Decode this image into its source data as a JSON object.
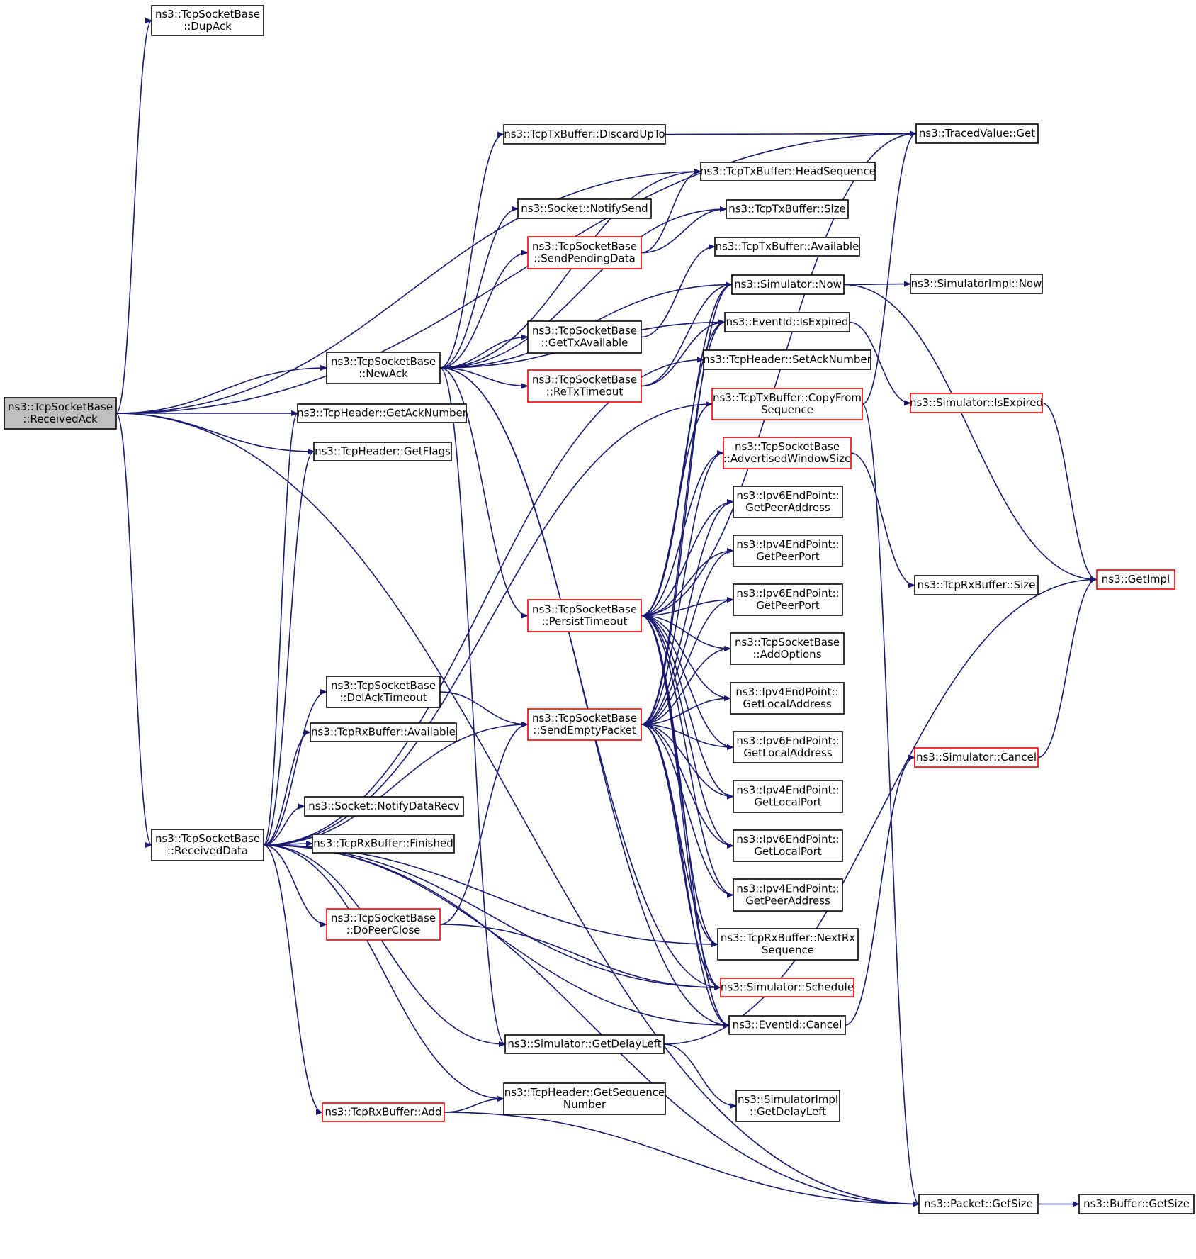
{
  "colors": {
    "edge": "#191970",
    "node_border": "#000000",
    "node_border_truncated": "#ff0000",
    "root_fill": "#bfbfbf",
    "node_fill": "#ffffff"
  },
  "nodes": [
    {
      "id": "received_ack",
      "lines": [
        "ns3::TcpSocketBase",
        "::ReceivedAck"
      ],
      "root": true
    },
    {
      "id": "dup_ack",
      "lines": [
        "ns3::TcpSocketBase",
        "::DupAck"
      ]
    },
    {
      "id": "new_ack",
      "lines": [
        "ns3::TcpSocketBase",
        "::NewAck"
      ]
    },
    {
      "id": "received_data",
      "lines": [
        "ns3::TcpSocketBase",
        "::ReceivedData"
      ]
    },
    {
      "id": "get_ack_number",
      "lines": [
        "ns3::TcpHeader::GetAckNumber"
      ]
    },
    {
      "id": "get_flags",
      "lines": [
        "ns3::TcpHeader::GetFlags"
      ]
    },
    {
      "id": "discard_up_to",
      "lines": [
        "ns3::TcpTxBuffer::DiscardUpTo"
      ]
    },
    {
      "id": "notify_send",
      "lines": [
        "ns3::Socket::NotifySend"
      ]
    },
    {
      "id": "send_pending_data",
      "lines": [
        "ns3::TcpSocketBase",
        "::SendPendingData"
      ],
      "truncated": true
    },
    {
      "id": "get_tx_available",
      "lines": [
        "ns3::TcpSocketBase",
        "::GetTxAvailable"
      ]
    },
    {
      "id": "retx_timeout",
      "lines": [
        "ns3::TcpSocketBase",
        "::ReTxTimeout"
      ],
      "truncated": true
    },
    {
      "id": "persist_timeout",
      "lines": [
        "ns3::TcpSocketBase",
        "::PersistTimeout"
      ],
      "truncated": true
    },
    {
      "id": "del_ack_timeout",
      "lines": [
        "ns3::TcpSocketBase",
        "::DelAckTimeout"
      ]
    },
    {
      "id": "rx_available",
      "lines": [
        "ns3::TcpRxBuffer::Available"
      ]
    },
    {
      "id": "send_empty_packet",
      "lines": [
        "ns3::TcpSocketBase",
        "::SendEmptyPacket"
      ],
      "truncated": true
    },
    {
      "id": "notify_data_recv",
      "lines": [
        "ns3::Socket::NotifyDataRecv"
      ]
    },
    {
      "id": "rx_finished",
      "lines": [
        "ns3::TcpRxBuffer::Finished"
      ]
    },
    {
      "id": "do_peer_close",
      "lines": [
        "ns3::TcpSocketBase",
        "::DoPeerClose"
      ],
      "truncated": true
    },
    {
      "id": "get_delay_left",
      "lines": [
        "ns3::Simulator::GetDelayLeft"
      ]
    },
    {
      "id": "get_sequence_number",
      "lines": [
        "ns3::TcpHeader::GetSequence",
        "Number"
      ]
    },
    {
      "id": "rx_add",
      "lines": [
        "ns3::TcpRxBuffer::Add"
      ],
      "truncated": true
    },
    {
      "id": "head_sequence",
      "lines": [
        "ns3::TcpTxBuffer::HeadSequence"
      ]
    },
    {
      "id": "tx_size",
      "lines": [
        "ns3::TcpTxBuffer::Size"
      ]
    },
    {
      "id": "tx_available",
      "lines": [
        "ns3::TcpTxBuffer::Available"
      ]
    },
    {
      "id": "sim_now",
      "lines": [
        "ns3::Simulator::Now"
      ]
    },
    {
      "id": "is_expired",
      "lines": [
        "ns3::EventId::IsExpired"
      ]
    },
    {
      "id": "set_ack_number",
      "lines": [
        "ns3::TcpHeader::SetAckNumber"
      ]
    },
    {
      "id": "copy_from_sequence",
      "lines": [
        "ns3::TcpTxBuffer::CopyFrom",
        "Sequence"
      ],
      "truncated": true
    },
    {
      "id": "advertised_window_size",
      "lines": [
        "ns3::TcpSocketBase",
        "::AdvertisedWindowSize"
      ],
      "truncated": true
    },
    {
      "id": "ipv6_get_peer_address",
      "lines": [
        "ns3::Ipv6EndPoint::",
        "GetPeerAddress"
      ]
    },
    {
      "id": "ipv4_get_peer_port",
      "lines": [
        "ns3::Ipv4EndPoint::",
        "GetPeerPort"
      ]
    },
    {
      "id": "ipv6_get_peer_port",
      "lines": [
        "ns3::Ipv6EndPoint::",
        "GetPeerPort"
      ]
    },
    {
      "id": "add_options",
      "lines": [
        "ns3::TcpSocketBase",
        "::AddOptions"
      ]
    },
    {
      "id": "ipv4_get_local_address",
      "lines": [
        "ns3::Ipv4EndPoint::",
        "GetLocalAddress"
      ]
    },
    {
      "id": "ipv6_get_local_address",
      "lines": [
        "ns3::Ipv6EndPoint::",
        "GetLocalAddress"
      ]
    },
    {
      "id": "ipv4_get_local_port",
      "lines": [
        "ns3::Ipv4EndPoint::",
        "GetLocalPort"
      ]
    },
    {
      "id": "ipv6_get_local_port",
      "lines": [
        "ns3::Ipv6EndPoint::",
        "GetLocalPort"
      ]
    },
    {
      "id": "ipv4_get_peer_address",
      "lines": [
        "ns3::Ipv4EndPoint::",
        "GetPeerAddress"
      ]
    },
    {
      "id": "next_rx_sequence",
      "lines": [
        "ns3::TcpRxBuffer::NextRx",
        "Sequence"
      ]
    },
    {
      "id": "sim_schedule",
      "lines": [
        "ns3::Simulator::Schedule"
      ],
      "truncated": true
    },
    {
      "id": "event_cancel",
      "lines": [
        "ns3::EventId::Cancel"
      ]
    },
    {
      "id": "simimpl_get_delay_left",
      "lines": [
        "ns3::SimulatorImpl",
        "::GetDelayLeft"
      ]
    },
    {
      "id": "traced_value_get",
      "lines": [
        "ns3::TracedValue::Get"
      ]
    },
    {
      "id": "simimpl_now",
      "lines": [
        "ns3::SimulatorImpl::Now"
      ]
    },
    {
      "id": "sim_is_expired",
      "lines": [
        "ns3::Simulator::IsExpired"
      ],
      "truncated": true
    },
    {
      "id": "rx_size",
      "lines": [
        "ns3::TcpRxBuffer::Size"
      ]
    },
    {
      "id": "sim_cancel",
      "lines": [
        "ns3::Simulator::Cancel"
      ],
      "truncated": true
    },
    {
      "id": "get_impl",
      "lines": [
        "ns3::GetImpl"
      ],
      "truncated": true
    },
    {
      "id": "packet_get_size",
      "lines": [
        "ns3::Packet::GetSize"
      ]
    },
    {
      "id": "buffer_get_size",
      "lines": [
        "ns3::Buffer::GetSize"
      ]
    }
  ],
  "edges": [
    [
      "received_ack",
      "dup_ack"
    ],
    [
      "received_ack",
      "traced_value_get"
    ],
    [
      "received_ack",
      "head_sequence"
    ],
    [
      "received_ack",
      "new_ack"
    ],
    [
      "received_ack",
      "get_ack_number"
    ],
    [
      "received_ack",
      "get_flags"
    ],
    [
      "received_ack",
      "received_data"
    ],
    [
      "received_ack",
      "packet_get_size"
    ],
    [
      "new_ack",
      "discard_up_to"
    ],
    [
      "new_ack",
      "head_sequence"
    ],
    [
      "new_ack",
      "notify_send"
    ],
    [
      "new_ack",
      "send_pending_data"
    ],
    [
      "new_ack",
      "tx_size"
    ],
    [
      "new_ack",
      "get_tx_available"
    ],
    [
      "new_ack",
      "retx_timeout"
    ],
    [
      "new_ack",
      "sim_now"
    ],
    [
      "new_ack",
      "is_expired"
    ],
    [
      "new_ack",
      "persist_timeout"
    ],
    [
      "new_ack",
      "sim_schedule"
    ],
    [
      "new_ack",
      "event_cancel"
    ],
    [
      "new_ack",
      "get_delay_left"
    ],
    [
      "discard_up_to",
      "traced_value_get"
    ],
    [
      "send_pending_data",
      "head_sequence"
    ],
    [
      "send_pending_data",
      "tx_size"
    ],
    [
      "get_tx_available",
      "tx_available"
    ],
    [
      "retx_timeout",
      "sim_now"
    ],
    [
      "retx_timeout",
      "is_expired"
    ],
    [
      "persist_timeout",
      "traced_value_get"
    ],
    [
      "persist_timeout",
      "sim_now"
    ],
    [
      "persist_timeout",
      "is_expired"
    ],
    [
      "persist_timeout",
      "copy_from_sequence"
    ],
    [
      "persist_timeout",
      "advertised_window_size"
    ],
    [
      "persist_timeout",
      "ipv6_get_peer_address"
    ],
    [
      "persist_timeout",
      "ipv4_get_peer_port"
    ],
    [
      "persist_timeout",
      "ipv6_get_peer_port"
    ],
    [
      "persist_timeout",
      "add_options"
    ],
    [
      "persist_timeout",
      "ipv4_get_local_address"
    ],
    [
      "persist_timeout",
      "ipv6_get_local_address"
    ],
    [
      "persist_timeout",
      "ipv4_get_local_port"
    ],
    [
      "persist_timeout",
      "ipv6_get_local_port"
    ],
    [
      "persist_timeout",
      "ipv4_get_peer_address"
    ],
    [
      "persist_timeout",
      "next_rx_sequence"
    ],
    [
      "persist_timeout",
      "sim_schedule"
    ],
    [
      "persist_timeout",
      "event_cancel"
    ],
    [
      "received_data",
      "get_ack_number"
    ],
    [
      "received_data",
      "get_flags"
    ],
    [
      "received_data",
      "set_ack_number"
    ],
    [
      "received_data",
      "del_ack_timeout"
    ],
    [
      "received_data",
      "rx_available"
    ],
    [
      "received_data",
      "send_empty_packet"
    ],
    [
      "received_data",
      "notify_data_recv"
    ],
    [
      "received_data",
      "rx_finished"
    ],
    [
      "received_data",
      "do_peer_close"
    ],
    [
      "received_data",
      "next_rx_sequence"
    ],
    [
      "received_data",
      "sim_schedule"
    ],
    [
      "received_data",
      "event_cancel"
    ],
    [
      "received_data",
      "get_delay_left"
    ],
    [
      "received_data",
      "get_sequence_number"
    ],
    [
      "received_data",
      "rx_add"
    ],
    [
      "received_data",
      "copy_from_sequence"
    ],
    [
      "received_data",
      "packet_get_size"
    ],
    [
      "del_ack_timeout",
      "send_empty_packet"
    ],
    [
      "do_peer_close",
      "send_empty_packet"
    ],
    [
      "do_peer_close",
      "sim_schedule"
    ],
    [
      "send_empty_packet",
      "sim_now"
    ],
    [
      "send_empty_packet",
      "is_expired"
    ],
    [
      "send_empty_packet",
      "advertised_window_size"
    ],
    [
      "send_empty_packet",
      "ipv6_get_peer_address"
    ],
    [
      "send_empty_packet",
      "ipv4_get_peer_port"
    ],
    [
      "send_empty_packet",
      "ipv6_get_peer_port"
    ],
    [
      "send_empty_packet",
      "add_options"
    ],
    [
      "send_empty_packet",
      "ipv4_get_local_address"
    ],
    [
      "send_empty_packet",
      "ipv6_get_local_address"
    ],
    [
      "send_empty_packet",
      "ipv4_get_local_port"
    ],
    [
      "send_empty_packet",
      "ipv6_get_local_port"
    ],
    [
      "send_empty_packet",
      "ipv4_get_peer_address"
    ],
    [
      "send_empty_packet",
      "next_rx_sequence"
    ],
    [
      "send_empty_packet",
      "sim_schedule"
    ],
    [
      "send_empty_packet",
      "event_cancel"
    ],
    [
      "get_delay_left",
      "get_impl"
    ],
    [
      "get_delay_left",
      "simimpl_get_delay_left"
    ],
    [
      "rx_add",
      "get_sequence_number"
    ],
    [
      "rx_add",
      "packet_get_size"
    ],
    [
      "sim_now",
      "simimpl_now"
    ],
    [
      "sim_now",
      "get_impl"
    ],
    [
      "is_expired",
      "sim_is_expired"
    ],
    [
      "copy_from_sequence",
      "traced_value_get"
    ],
    [
      "copy_from_sequence",
      "packet_get_size"
    ],
    [
      "advertised_window_size",
      "rx_size"
    ],
    [
      "event_cancel",
      "sim_cancel"
    ],
    [
      "sim_is_expired",
      "get_impl"
    ],
    [
      "sim_cancel",
      "get_impl"
    ],
    [
      "packet_get_size",
      "buffer_get_size"
    ]
  ]
}
